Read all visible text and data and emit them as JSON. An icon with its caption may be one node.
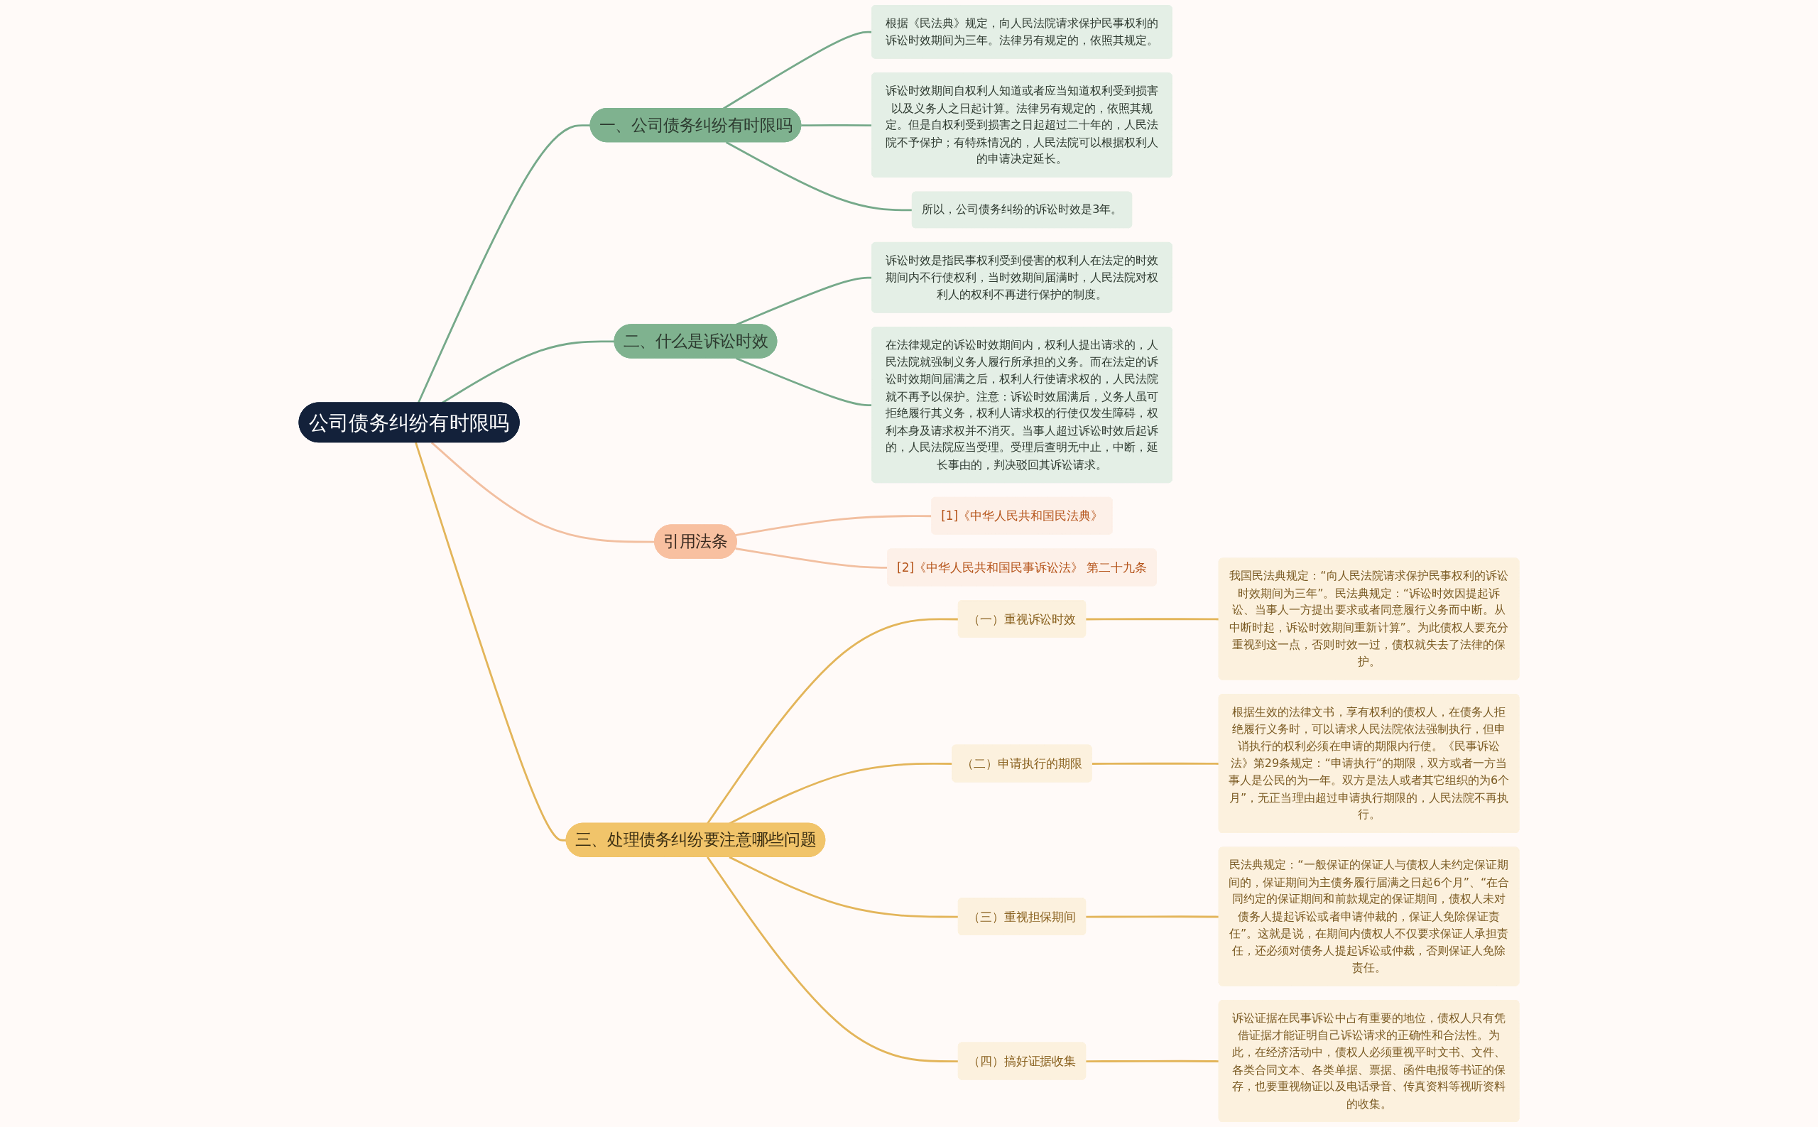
{
  "diagram": {
    "nodes": [
      {
        "text": [
          "公司债务纠纷有时限吗"
        ]
      },
      {
        "text": [
          "一、公司债务纠纷有时限吗"
        ]
      },
      {
        "text": [
          "根据《民法典》规定，向人民法院请求保护民事权利的诉讼时效期间为三年。法律另有规定的，依照其规定。"
        ]
      },
      {
        "text": [
          "诉讼时效期间自权利人知道或者应当知道权利受到损害以及义务人之日起计算。法律另有规定的，依照其规定。但是自权利受到损害之日起超过二十年的，人民法院不予保护；有特殊情况的，人民法院可以根据权利人的申请决定延长。"
        ]
      },
      {
        "text": [
          "所以，公司债务纠纷的诉讼时效是3年。"
        ]
      },
      {
        "text": [
          "二、什么是诉讼时效"
        ]
      },
      {
        "text": [
          "诉讼时效是指民事权利受到侵害的权利人在法定的时效期间内不行使权利，当时效期间届满时，人民法院对权利人的权利不再进行保护的制度。"
        ]
      },
      {
        "text": [
          "在法律规定的诉讼时效期间内，权利人提出请求的，人民法院就强制义务人履行所承担的义务。而在法定的诉讼时效期间届满之后，权利人行使请求权的，人民法院就不再予以保护。注意：诉讼时效届满后，义务人虽可拒绝履行其义务，权利人请求权的行使仅发生障碍，权利本身及请求权并不消灭。当事人超过诉讼时效后起诉的，人民法院应当受理。受理后查明无中止，中断，延长事由的，判决驳回其诉讼请求。"
        ]
      },
      {
        "text": [
          "引用法条"
        ]
      },
      {
        "text": [
          "[1]《中华人民共和国民法典》"
        ]
      },
      {
        "text": [
          "[2]《中华人民共和国民事诉讼法》 第二十九条"
        ]
      },
      {
        "text": [
          "三、处理债务纠纷要注意哪些问题"
        ]
      },
      {
        "text": [
          "（一）重视诉讼时效"
        ]
      },
      {
        "text": [
          "我国民法典规定：“向人民法院请求保护民事权利的诉讼时效期间为三年”。民法典规定：“诉讼时效因提起诉讼、当事人一方提出要求或者同意履行义务而中断。从中断时起，诉讼时效期间重新计算”。为此债权人要充分重视到这一点，否则时效一过，债权就失去了法律的保护。"
        ]
      },
      {
        "text": [
          "（二）申请执行的期限"
        ]
      },
      {
        "text": [
          "根据生效的法律文书，享有权利的债权人，在债务人拒绝履行义务时，可以请求人民法院依法强制执行，但申诮执行的权利必须在申请的期限内行使。《民事诉讼法》第29条规定：“申请执行“的期限，双方或者一方当事人是公民的为一年。双方是法人或者其它组织的为6个月”，无正当理由超过申请执行期限的，人民法院不再执行。"
        ]
      },
      {
        "text": [
          "（三）重视担保期间"
        ]
      },
      {
        "text": [
          "民法典规定：“一般保证的保证人与债权人未约定保证期间的，保证期间为主债务履行届满之日起6个月”、“在合同约定的保证期间和前款规定的保证期间，债权人未对债务人提起诉讼或者申请仲裁的，保证人免除保证责任”。这就是说，在期间内债权人不仅要求保证人承担责任，还必须对债务人提起诉讼或仲裁，否则保证人免除责任。"
        ]
      },
      {
        "text": [
          "（四）搞好证据收集"
        ]
      },
      {
        "text": [
          "诉讼证据在民事诉讼中占有重要的地位，债权人只有凭借证据才能证明自己诉讼请求的正确性和合法性。为此，在经济活动中，债权人必须重视平时文书、文件、各类合同文本、各类单据、票据、函件电报等书证的保存，也要重视物证以及电话录音、传真资料等视听资料的收集。"
        ]
      }
    ],
    "edges": [
      {
        "from": 0,
        "to": 1,
        "arrow": "none",
        "color": "#76a98a"
      },
      {
        "from": 1,
        "to": 2,
        "arrow": "none",
        "color": "#76a98a"
      },
      {
        "from": 1,
        "to": 3,
        "arrow": "none",
        "color": "#76a98a"
      },
      {
        "from": 1,
        "to": 4,
        "arrow": "none",
        "color": "#76a98a"
      },
      {
        "from": 0,
        "to": 5,
        "arrow": "none",
        "color": "#76a98a"
      },
      {
        "from": 5,
        "to": 6,
        "arrow": "none",
        "color": "#76a98a"
      },
      {
        "from": 5,
        "to": 7,
        "arrow": "none",
        "color": "#76a98a"
      },
      {
        "from": 0,
        "to": 8,
        "arrow": "none",
        "color": "#f2bfa0"
      },
      {
        "from": 8,
        "to": 9,
        "arrow": "none",
        "color": "#f2bfa0"
      },
      {
        "from": 8,
        "to": 10,
        "arrow": "none",
        "color": "#f2bfa0"
      },
      {
        "from": 0,
        "to": 11,
        "arrow": "none"
      },
      {
        "from": 11,
        "to": 12,
        "arrow": "none"
      },
      {
        "from": 12,
        "to": 13,
        "arrow": "none"
      },
      {
        "from": 11,
        "to": 14,
        "arrow": "none"
      },
      {
        "from": 14,
        "to": 15,
        "arrow": "none"
      },
      {
        "from": 11,
        "to": 16,
        "arrow": "none"
      },
      {
        "from": 16,
        "to": 17,
        "arrow": "none"
      },
      {
        "from": 11,
        "to": 18,
        "arrow": "none"
      },
      {
        "from": 18,
        "to": 19,
        "arrow": "none"
      }
    ]
  }
}
